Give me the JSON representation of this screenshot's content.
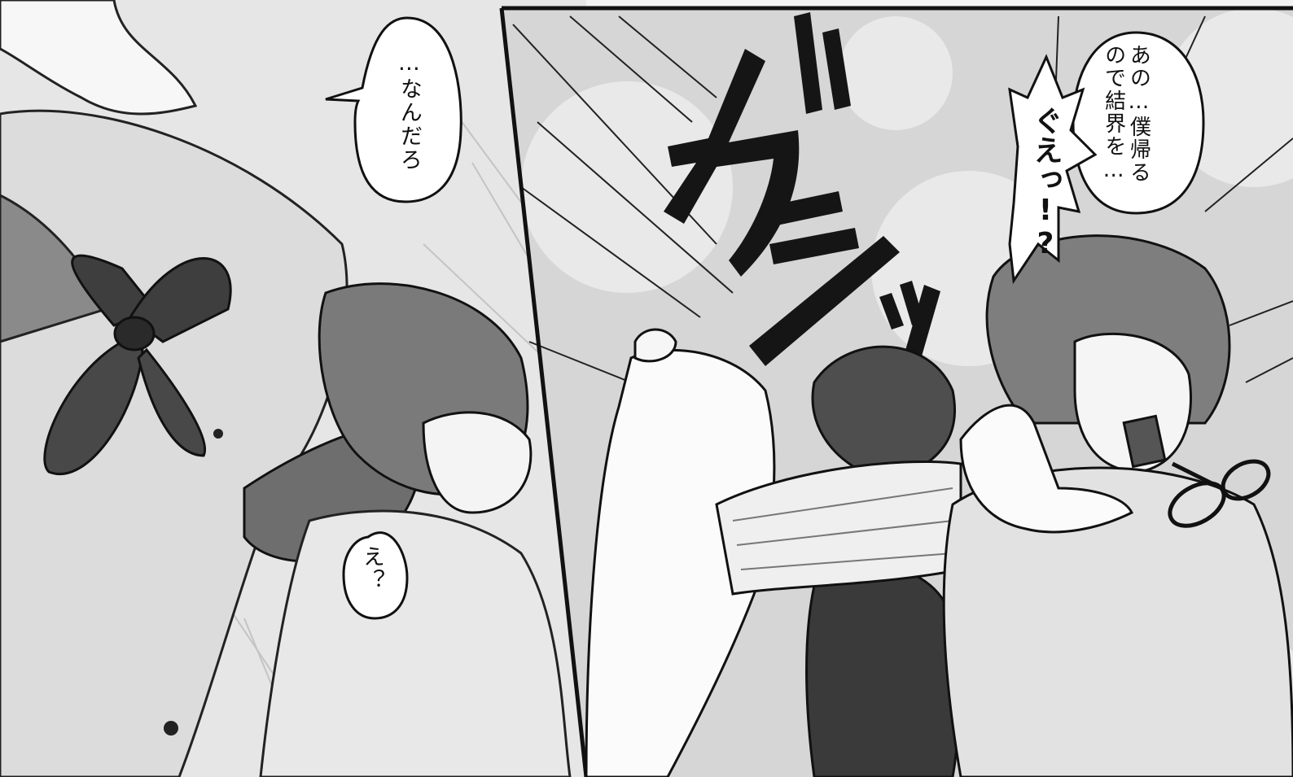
{
  "panels": [
    {
      "id": "left",
      "bubbles": [
        {
          "id": "nandaro",
          "text": "…なんだろ"
        },
        {
          "id": "e",
          "text": "え？"
        }
      ]
    },
    {
      "id": "right",
      "bubbles": [
        {
          "id": "ano",
          "text": "あの…僕帰る\nので結界を…"
        },
        {
          "id": "guet",
          "text": "ぐえっ!?"
        }
      ],
      "sfx": "ガシッ"
    }
  ],
  "colors": {
    "ink": "#111111",
    "screentone_dark": "#5a5a5a",
    "screentone_mid": "#9a9a9a",
    "screentone_light": "#cfcfcf",
    "paper": "#ffffff"
  }
}
